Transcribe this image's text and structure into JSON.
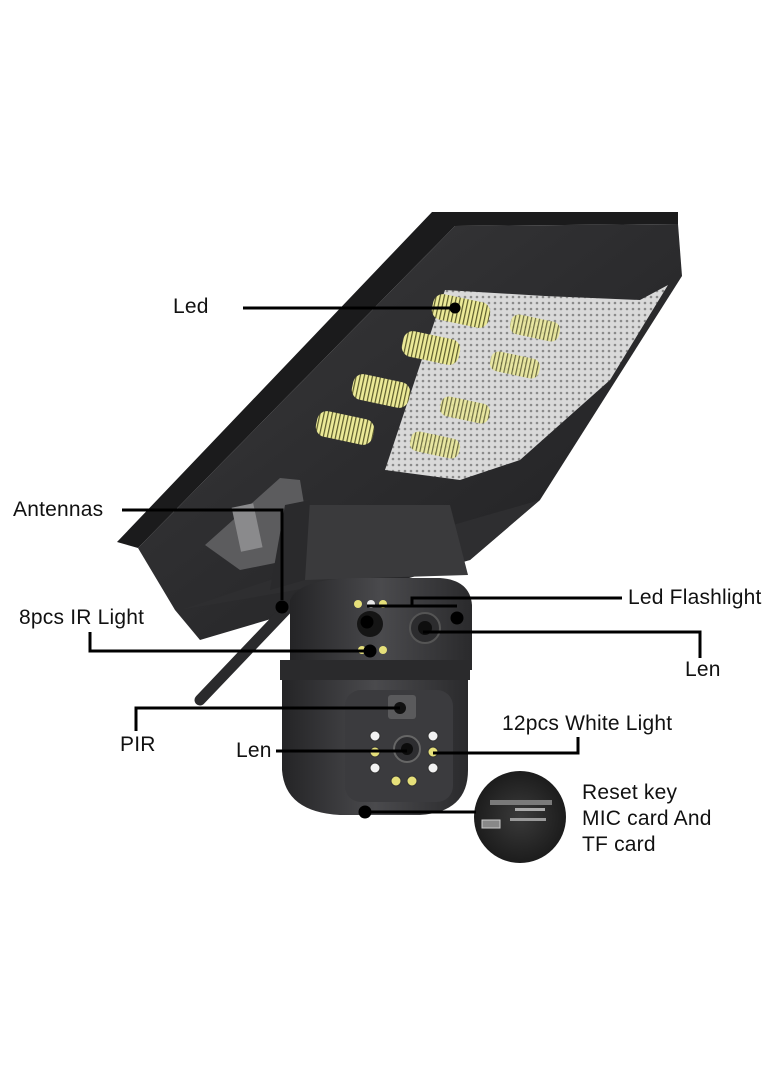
{
  "diagram": {
    "subject": "Solar street light with dual-lens PTZ security camera",
    "colors": {
      "background": "#ffffff",
      "body": "#2b2b2d",
      "body_light": "#4a4a4d",
      "panel_edge": "#1a1a1b",
      "reflector": "#cfcfcf",
      "led_yellow": "#e9e47a",
      "callout_line": "#000000",
      "label_text": "#111111"
    },
    "labels": {
      "led": "Led",
      "antennas": "Antennas",
      "ir_light": "8pcs IR Light",
      "led_flashlight": "Led Flashlight",
      "len_top": "Len",
      "pir": "PIR",
      "len_bottom": "Len",
      "white_light": "12pcs White Light",
      "ports_line1": "Reset key",
      "ports_line2": "MIC card And",
      "ports_line3": "TF card"
    }
  }
}
